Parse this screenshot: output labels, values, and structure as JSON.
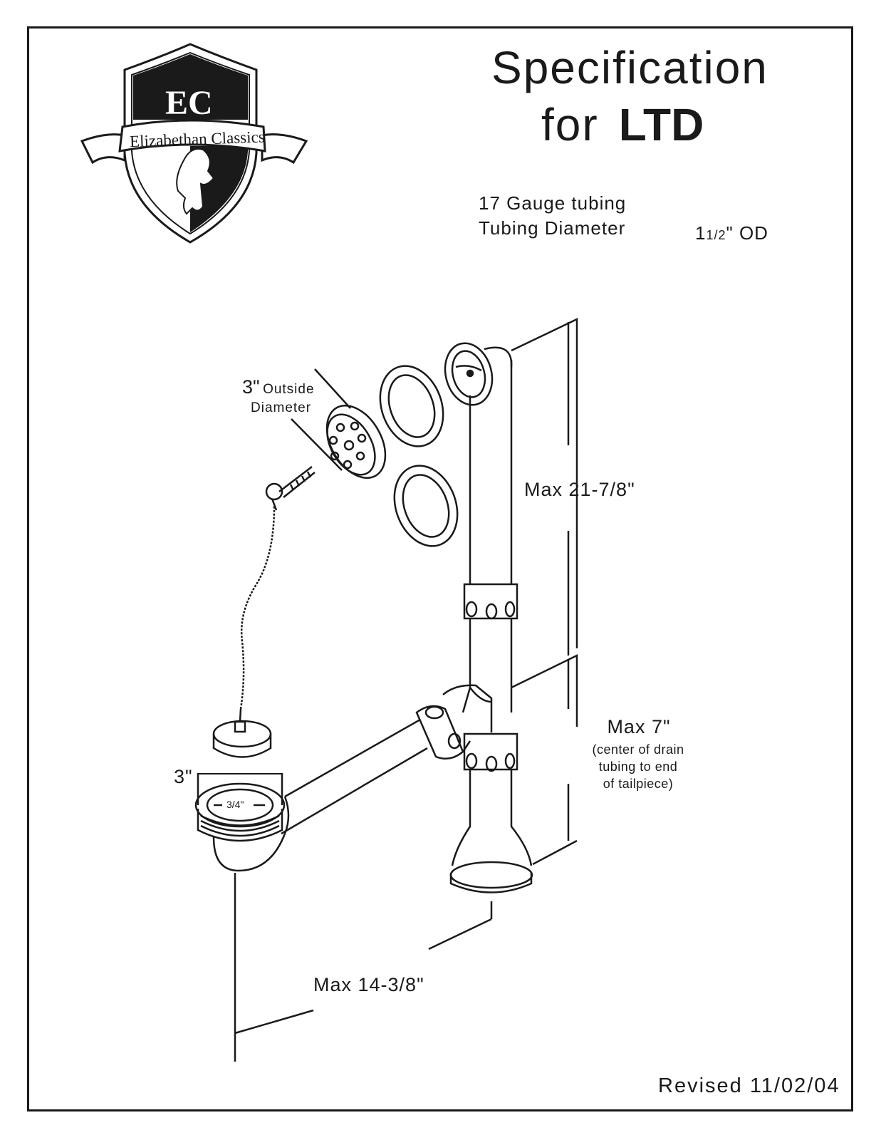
{
  "logo": {
    "monogram": "EC",
    "brand": "Elizabethan Classics"
  },
  "title": {
    "line1": "Specification",
    "line2_prefix": "for",
    "model": "LTD"
  },
  "specs": {
    "gauge": "17 Gauge tubing",
    "diameter_label": "Tubing Diameter",
    "diameter_whole": "1",
    "diameter_fraction": "1/2",
    "diameter_unit": "\" OD"
  },
  "labels": {
    "strainer_size": "3\"",
    "strainer_text1": "Outside",
    "strainer_text2": "Diameter",
    "vertical_max": "Max 21-7/8\"",
    "tailpiece_max": "Max 7\"",
    "tailpiece_note1": "(center of drain",
    "tailpiece_note2": "tubing to end",
    "tailpiece_note3": "of tailpiece)",
    "drain_size": "3\"",
    "drain_inner": "3/4\"",
    "horizontal_max": "Max 14-3/8\""
  },
  "revised": "Revised 11/02/04"
}
